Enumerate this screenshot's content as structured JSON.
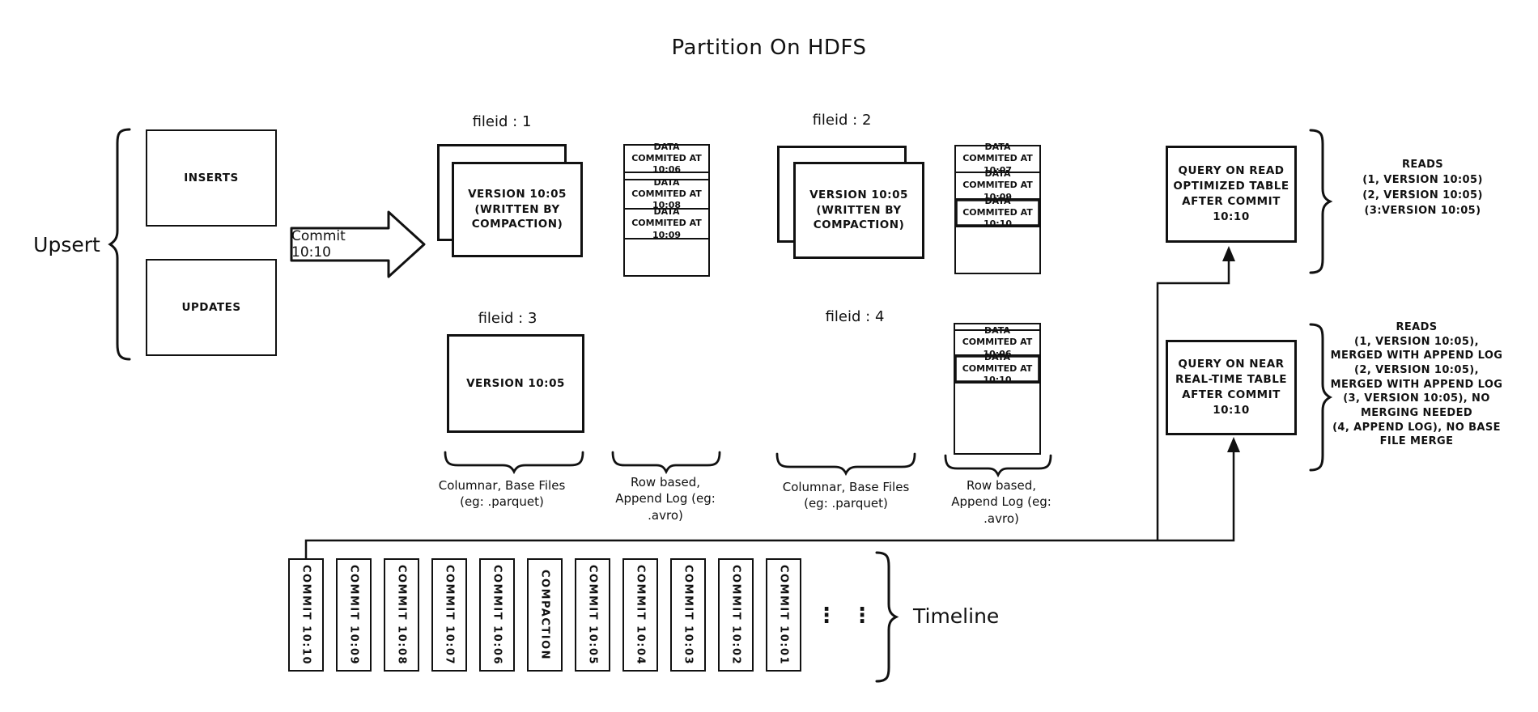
{
  "title": "Partition On HDFS",
  "upsert": {
    "label": "Upsert",
    "inserts": "INSERTS",
    "updates": "UPDATES"
  },
  "commit_arrow": {
    "label": "Commit 10:10"
  },
  "file_groups": {
    "f1": {
      "id_label": "fileid : 1",
      "base_text": "VERSION 10:05\n(WRITTEN BY\nCOMPACTION)"
    },
    "f2": {
      "id_label": "fileid : 2",
      "base_text": "VERSION 10:05\n(WRITTEN BY\nCOMPACTION)"
    },
    "f3": {
      "id_label": "fileid : 3",
      "base_text": "VERSION 10:05"
    },
    "f4": {
      "id_label": "fileid : 4"
    }
  },
  "logs": {
    "col1": {
      "rows": [
        {
          "label": "DATA COMMITED AT 10:06"
        },
        {
          "label": ""
        },
        {
          "label": "DATA COMMITED AT 10:08"
        },
        {
          "label": "DATA COMMITED AT 10:09"
        },
        {
          "label": ""
        }
      ]
    },
    "col2": {
      "rows": [
        {
          "label": "DATA COMMITED AT 10:07"
        },
        {
          "label": "DATA COMMITED AT 10:09"
        },
        {
          "label": "DATA COMMITED AT 10:10"
        },
        {
          "label": ""
        }
      ]
    },
    "col4": {
      "rows": [
        {
          "label": ""
        },
        {
          "label": "DATA COMMITED AT 10:06"
        },
        {
          "label": "DATA COMMITED AT 10:10"
        },
        {
          "label": ""
        }
      ]
    }
  },
  "captions": {
    "left_columnar": "Columnar, Base Files\n(eg: .parquet)",
    "left_rowbased": "Row based,\nAppend Log  (eg:\n.avro)",
    "right_columnar": "Columnar, Base Files\n(eg: .parquet)",
    "right_rowbased": "Row based,\nAppend Log  (eg:\n.avro)"
  },
  "queries": {
    "read_optimized": {
      "box": "QUERY ON READ\nOPTIMIZED TABLE\nAFTER COMMIT\n10:10",
      "reads": "READS\n(1, VERSION 10:05)\n(2, VERSION 10:05)\n(3:VERSION 10:05)"
    },
    "near_real_time": {
      "box": "QUERY ON NEAR\nREAL-TIME TABLE\nAFTER COMMIT\n10:10",
      "reads": "READS\n(1, VERSION 10:05),\nMERGED WITH APPEND LOG\n(2, VERSION 10:05),\nMERGED WITH APPEND LOG\n(3, VERSION 10:05), NO\nMERGING NEEDED\n(4, APPEND LOG), NO BASE\nFILE MERGE"
    }
  },
  "timeline": {
    "label": "Timeline",
    "ellipsis": "⋮",
    "items": [
      {
        "label": "COMMIT 10:10"
      },
      {
        "label": "COMMIT 10:09"
      },
      {
        "label": "COMMIT 10:08"
      },
      {
        "label": "COMMIT 10:07"
      },
      {
        "label": "COMMIT 10:06"
      },
      {
        "label": "COMPACTION"
      },
      {
        "label": "COMMIT 10:05"
      },
      {
        "label": "COMMIT 10:04"
      },
      {
        "label": "COMMIT 10:03"
      },
      {
        "label": "COMMIT 10:02"
      },
      {
        "label": "COMMIT 10:01"
      }
    ]
  },
  "colors": {
    "ink": "#111111",
    "background": "#ffffff"
  }
}
